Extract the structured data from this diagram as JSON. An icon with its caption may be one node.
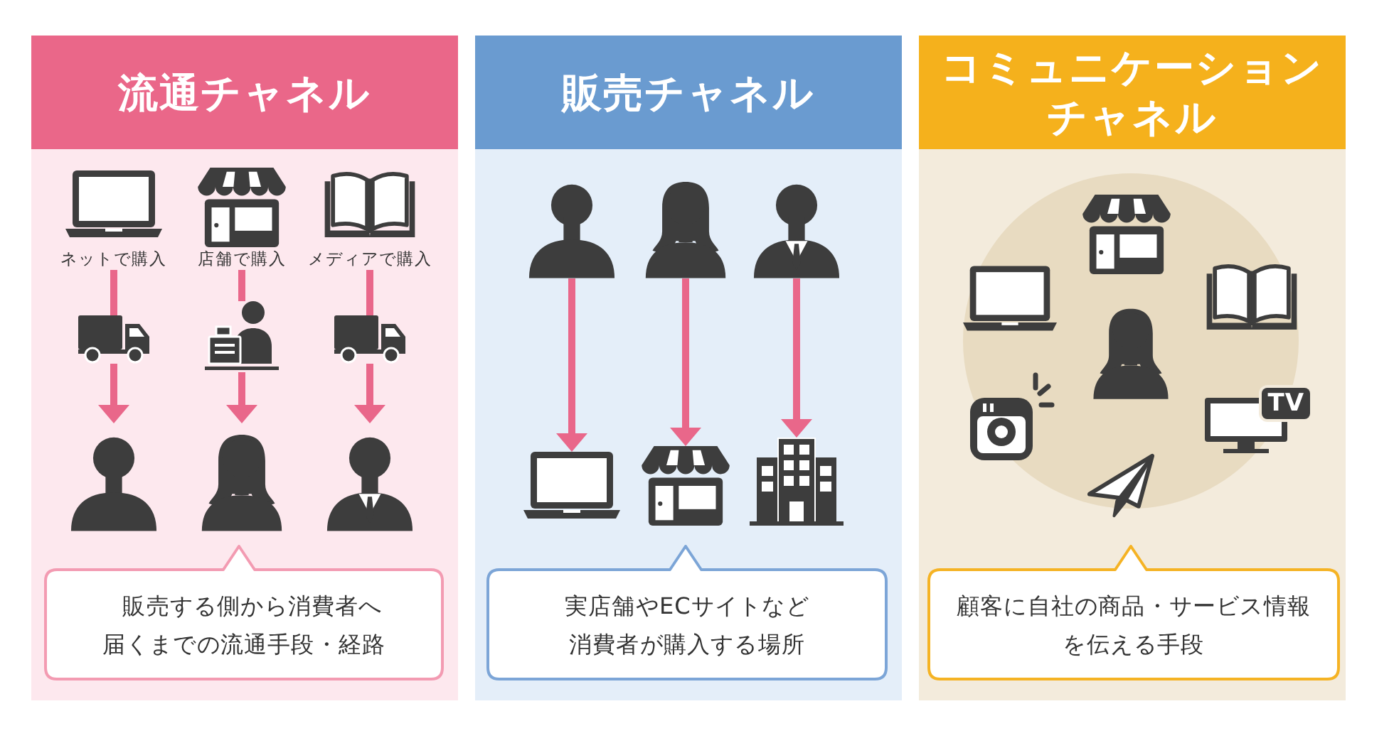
{
  "diagram": {
    "nodes": [
      {
        "text": [
          "流通チャネル"
        ]
      },
      {
        "text": [],
        "shape": "picture",
        "in": 0,
        "beside": [
          "ネットで購入"
        ]
      },
      {
        "text": [],
        "shape": "picture",
        "in": 0,
        "beside": [
          "店舗で購入"
        ]
      },
      {
        "text": [],
        "shape": "picture",
        "in": 0,
        "beside": [
          "メディアで購入"
        ]
      },
      {
        "text": [],
        "shape": "picture",
        "in": 0
      },
      {
        "text": [],
        "shape": "picture",
        "in": 0
      },
      {
        "text": [],
        "shape": "picture",
        "in": 0
      },
      {
        "text": [],
        "shape": "person",
        "in": 0
      },
      {
        "text": [],
        "shape": "person",
        "in": 0
      },
      {
        "text": [],
        "shape": "person",
        "in": 0
      },
      {
        "text": [
          "販売する側から消費者へ届くまでの流通手段・経路"
        ],
        "in": 0
      },
      {
        "text": [
          "販売チャネル"
        ]
      },
      {
        "text": [],
        "shape": "person",
        "in": 11
      },
      {
        "text": [],
        "shape": "person",
        "in": 11
      },
      {
        "text": [],
        "shape": "person",
        "in": 11
      },
      {
        "text": [],
        "shape": "picture",
        "in": 11
      },
      {
        "text": [],
        "shape": "picture",
        "in": 11
      },
      {
        "text": [],
        "shape": "picture",
        "in": 11
      },
      {
        "text": [
          "実店舗やECサイトなど消費者が購入する場所"
        ],
        "in": 11
      },
      {
        "text": [
          "コミュニケーションチャネル"
        ]
      },
      {
        "text": [],
        "shape": "picture",
        "in": 19
      },
      {
        "text": [],
        "shape": "picture",
        "in": 19
      },
      {
        "text": [],
        "shape": "picture",
        "in": 19
      },
      {
        "text": [],
        "shape": "person",
        "in": 19
      },
      {
        "text": [],
        "shape": "picture",
        "in": 19
      },
      {
        "text": [
          "TV"
        ],
        "in": 19
      },
      {
        "text": [],
        "shape": "picture",
        "in": 19
      },
      {
        "text": [
          "顧客に自社の商品・サービス情報を伝える手段"
        ],
        "in": 19
      }
    ],
    "edges": [
      {
        "from": 1,
        "to": 4,
        "arrow": "none"
      },
      {
        "from": 4,
        "to": 7,
        "arrow": "to"
      },
      {
        "from": 2,
        "to": 5,
        "arrow": "none"
      },
      {
        "from": 5,
        "to": 8,
        "arrow": "to"
      },
      {
        "from": 3,
        "to": 6,
        "arrow": "none"
      },
      {
        "from": 6,
        "to": 9,
        "arrow": "to"
      },
      {
        "from": 12,
        "to": 15,
        "arrow": "to"
      },
      {
        "from": 13,
        "to": 16,
        "arrow": "to"
      },
      {
        "from": 14,
        "to": 17,
        "arrow": "to"
      }
    ]
  }
}
